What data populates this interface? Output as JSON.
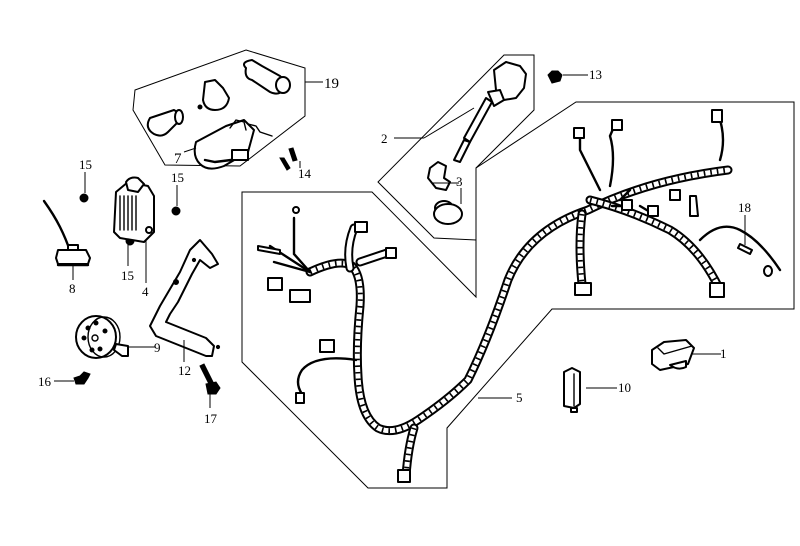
{
  "diagram": {
    "type": "exploded-parts-diagram",
    "subject": "electrical components / wire harness",
    "callouts": [
      {
        "id": "1",
        "label": "1",
        "part": "relay / small block connector"
      },
      {
        "id": "2",
        "label": "2",
        "part": "ignition coil with high-tension lead"
      },
      {
        "id": "3",
        "label": "3",
        "part": "spark plug cap and seal"
      },
      {
        "id": "4",
        "label": "4",
        "part": "regulator rectifier"
      },
      {
        "id": "5",
        "label": "5",
        "part": "main wire harness"
      },
      {
        "id": "7",
        "label": "7",
        "part": "ignition switch"
      },
      {
        "id": "8",
        "label": "8",
        "part": "flasher / connector unit"
      },
      {
        "id": "9",
        "label": "9",
        "part": "horn"
      },
      {
        "id": "10",
        "label": "10",
        "part": "starter relay"
      },
      {
        "id": "12",
        "label": "12",
        "part": "mounting bracket"
      },
      {
        "id": "13",
        "label": "13",
        "part": "nut"
      },
      {
        "id": "14",
        "label": "14",
        "part": "screws"
      },
      {
        "id": "15a",
        "label": "15",
        "part": "rubber grommet"
      },
      {
        "id": "15b",
        "label": "15",
        "part": "rubber grommet"
      },
      {
        "id": "15c",
        "label": "15",
        "part": "rubber grommet"
      },
      {
        "id": "16",
        "label": "16",
        "part": "bolt"
      },
      {
        "id": "17",
        "label": "17",
        "part": "bolt"
      },
      {
        "id": "18",
        "label": "18",
        "part": "fuse"
      },
      {
        "id": "19",
        "label": "19",
        "part": "lock set"
      }
    ]
  }
}
